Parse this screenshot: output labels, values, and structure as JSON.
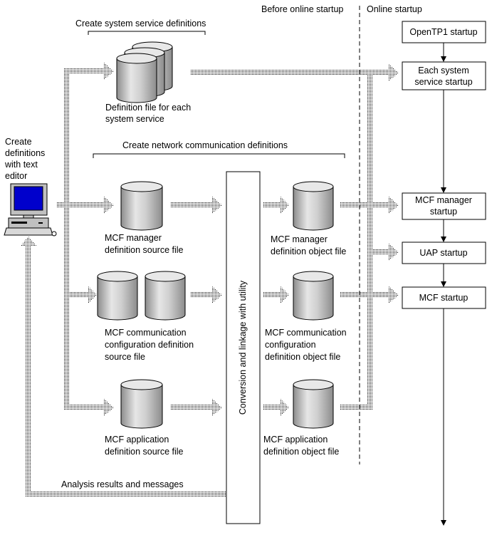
{
  "headers": {
    "before_online": "Before online startup",
    "online": "Online startup"
  },
  "groups": {
    "system_service": "Create system service definitions",
    "network": "Create network communication definitions"
  },
  "editor": {
    "line1": "Create",
    "line2": "definitions",
    "line3": "with text",
    "line4": "editor"
  },
  "files": {
    "system_def": {
      "line1": "Definition file for each",
      "line2": "system service"
    },
    "mgr_src": {
      "line1": "MCF manager",
      "line2": "definition source file"
    },
    "comm_src": {
      "line1": "MCF communication",
      "line2": "configuration definition",
      "line3": "source file"
    },
    "app_src": {
      "line1": "MCF application",
      "line2": "definition source file"
    },
    "mgr_obj": {
      "line1": "MCF manager",
      "line2": "definition object file"
    },
    "comm_obj": {
      "line1": "MCF communication",
      "line2": "configuration",
      "line3": "definition object file"
    },
    "app_obj": {
      "line1": "MCF application",
      "line2": "definition object file"
    }
  },
  "utility": "Conversion and linkage with utility",
  "analysis": "Analysis results and messages",
  "steps": {
    "opentp1": "OpenTP1 startup",
    "each_system": {
      "line1": "Each system",
      "line2": "service startup"
    },
    "mcf_manager": {
      "line1": "MCF manager",
      "line2": "startup"
    },
    "uap": "UAP startup",
    "mcf": "MCF startup"
  }
}
